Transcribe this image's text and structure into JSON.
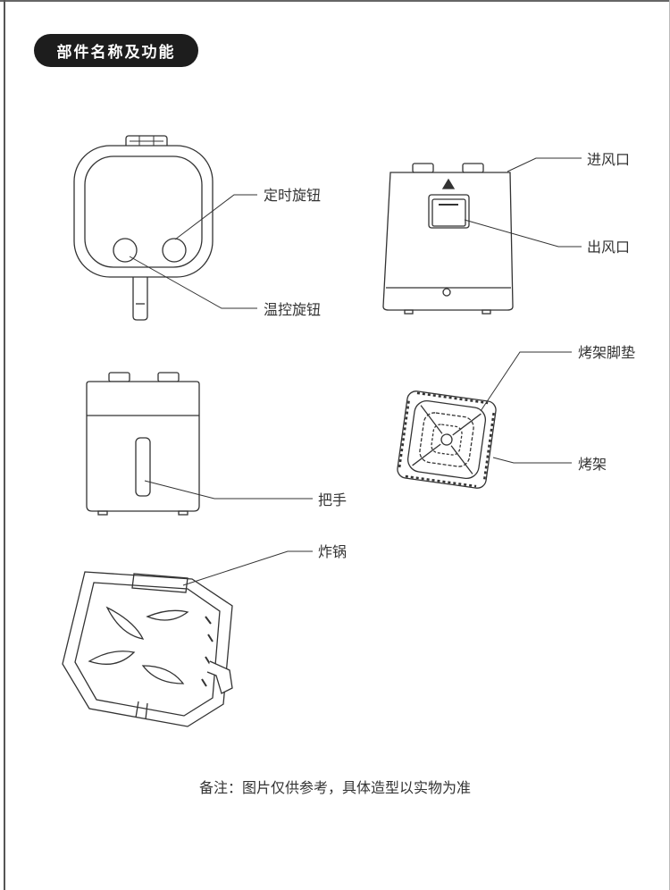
{
  "section_title": "部件名称及功能",
  "labels": {
    "timer_knob": "定时旋钮",
    "temp_knob": "温控旋钮",
    "air_inlet": "进风口",
    "air_outlet": "出风口",
    "rack_feet": "烤架脚垫",
    "rack": "烤架",
    "handle": "把手",
    "pot": "炸锅"
  },
  "note": "备注：图片仅供参考，具体造型以实物为准"
}
